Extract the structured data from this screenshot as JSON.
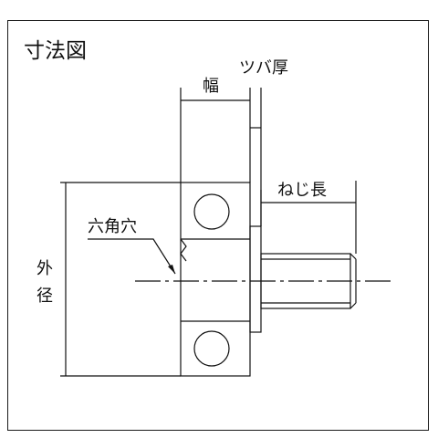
{
  "title": "寸法図",
  "labels": {
    "width": "幅",
    "flange_thickness": "ツバ厚",
    "thread_length": "ねじ長",
    "hex_hole": "六角穴",
    "outer_diameter_1": "外",
    "outer_diameter_2": "径"
  },
  "colors": {
    "line": "#111111",
    "background": "#ffffff"
  }
}
